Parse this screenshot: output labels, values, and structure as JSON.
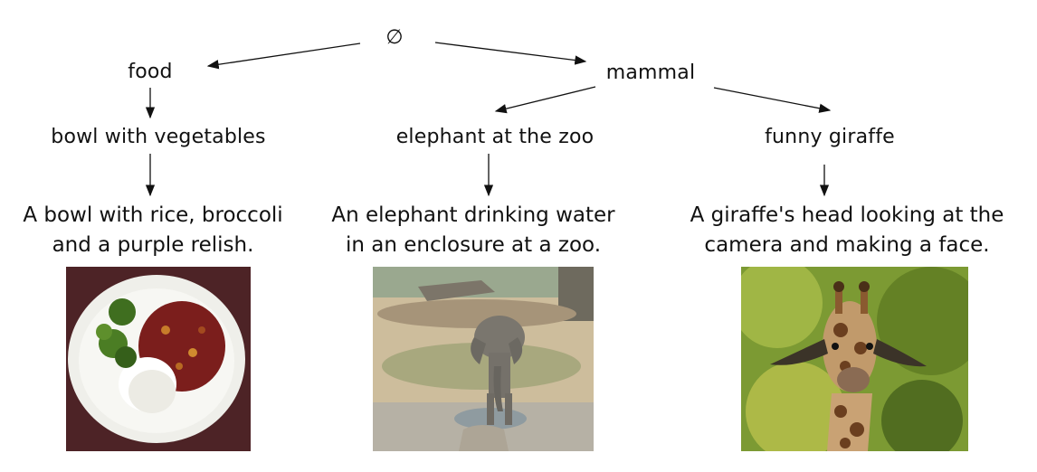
{
  "tree": {
    "root": "∅",
    "food": "food",
    "mammal": "mammal",
    "bowl_label": "bowl with vegetables",
    "elephant_label": "elephant at the zoo",
    "giraffe_label": "funny giraffe"
  },
  "captions": {
    "bowl": {
      "line1": "A bowl with rice, broccoli",
      "line2": "and a purple relish."
    },
    "elephant": {
      "line1": "An elephant drinking water",
      "line2": "in an enclosure at a zoo."
    },
    "giraffe": {
      "line1": "A giraffe's head looking at the",
      "line2": "camera and making a face."
    }
  },
  "images": {
    "bowl": "bowl-of-rice-broccoli-relish-photo",
    "elephant": "elephant-drinking-at-zoo-photo",
    "giraffe": "giraffe-head-close-up-photo"
  },
  "colors": {
    "text": "#111111",
    "arrow": "#111111"
  }
}
